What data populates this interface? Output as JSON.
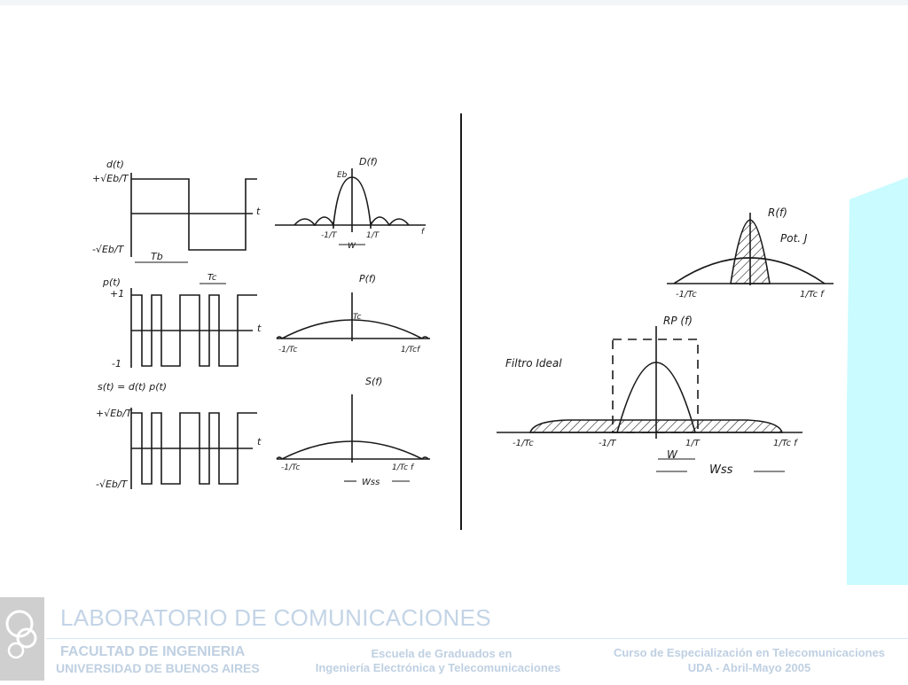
{
  "left": {
    "d_title": "d(t)",
    "d_plus": "+√Eb/T",
    "d_minus": "-√Eb/T",
    "t": "t",
    "tb": "Tb",
    "D_title": "D(f)",
    "eb": "Eb",
    "neg1T": "-1/T",
    "pos1T": "1/T",
    "f": "f",
    "W": "W",
    "p_title": "p(t)",
    "p_plus": "+1",
    "p_minus": "-1",
    "tc": "Tc",
    "P_title": "P(f)",
    "tc_peak": "Tc",
    "neg1Tc": "-1/Tc",
    "pos1Tc_f": "1/Tcf",
    "s_title": "s(t) = d(t) p(t)",
    "s_plus": "+√Eb/T",
    "s_minus": "-√Eb/T",
    "S_title": "S(f)",
    "neg1Tc_b": "-1/Tc",
    "pos1Tc_b": "1/Tc f",
    "Wss": "Wss"
  },
  "right": {
    "R_title": "R(f)",
    "pot_j": "Pot. J",
    "neg1Tc": "-1/Tc",
    "pos1Tc": "1/Tc f",
    "RP_title": "RP (f)",
    "filtro": "Filtro Ideal",
    "b_neg1Tc": "-1/Tc",
    "b_neg1T": "-1/T",
    "b_pos1T": "1/T",
    "b_pos1Tc": "1/Tc f",
    "W": "W",
    "Wss": "Wss"
  },
  "footer": {
    "lab": "LABORATORIO DE COMUNICACIONES",
    "facultad": "FACULTAD DE INGENIERIA",
    "universidad": "UNIVERSIDAD DE BUENOS AIRES",
    "escuela1": "Escuela de Graduados en",
    "escuela2": "Ingeniería Electrónica y Telecomunicaciones",
    "curso1": "Curso de Especialización en Telecomunicaciones",
    "curso2": "UDA - Abril-Mayo 2005"
  },
  "colors": {
    "accent": "#c9fbff",
    "ink": "#1a1a1a",
    "footer_text": "#bfd0e2"
  }
}
